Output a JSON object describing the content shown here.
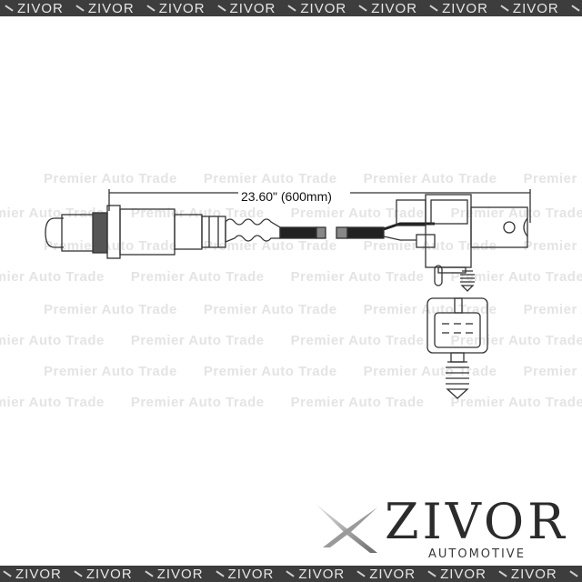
{
  "brand_band": {
    "text": "ZIVOR",
    "top_repeat": 10,
    "bottom_repeat": 10
  },
  "watermark": {
    "text": "Premier Auto Trade"
  },
  "diagram": {
    "dimension_label": "23.60\" (600mm)",
    "subject": "oxygen-sensor-with-connector"
  },
  "logo": {
    "word": "ZIVOR",
    "subtitle": "AUTOMOTIVE"
  },
  "colors": {
    "band": "#3d3d3d",
    "band_text": "#e6e6e6",
    "watermark": "#e4e4e4",
    "line_art": "#333333",
    "logo_text": "#2b2b2b"
  }
}
